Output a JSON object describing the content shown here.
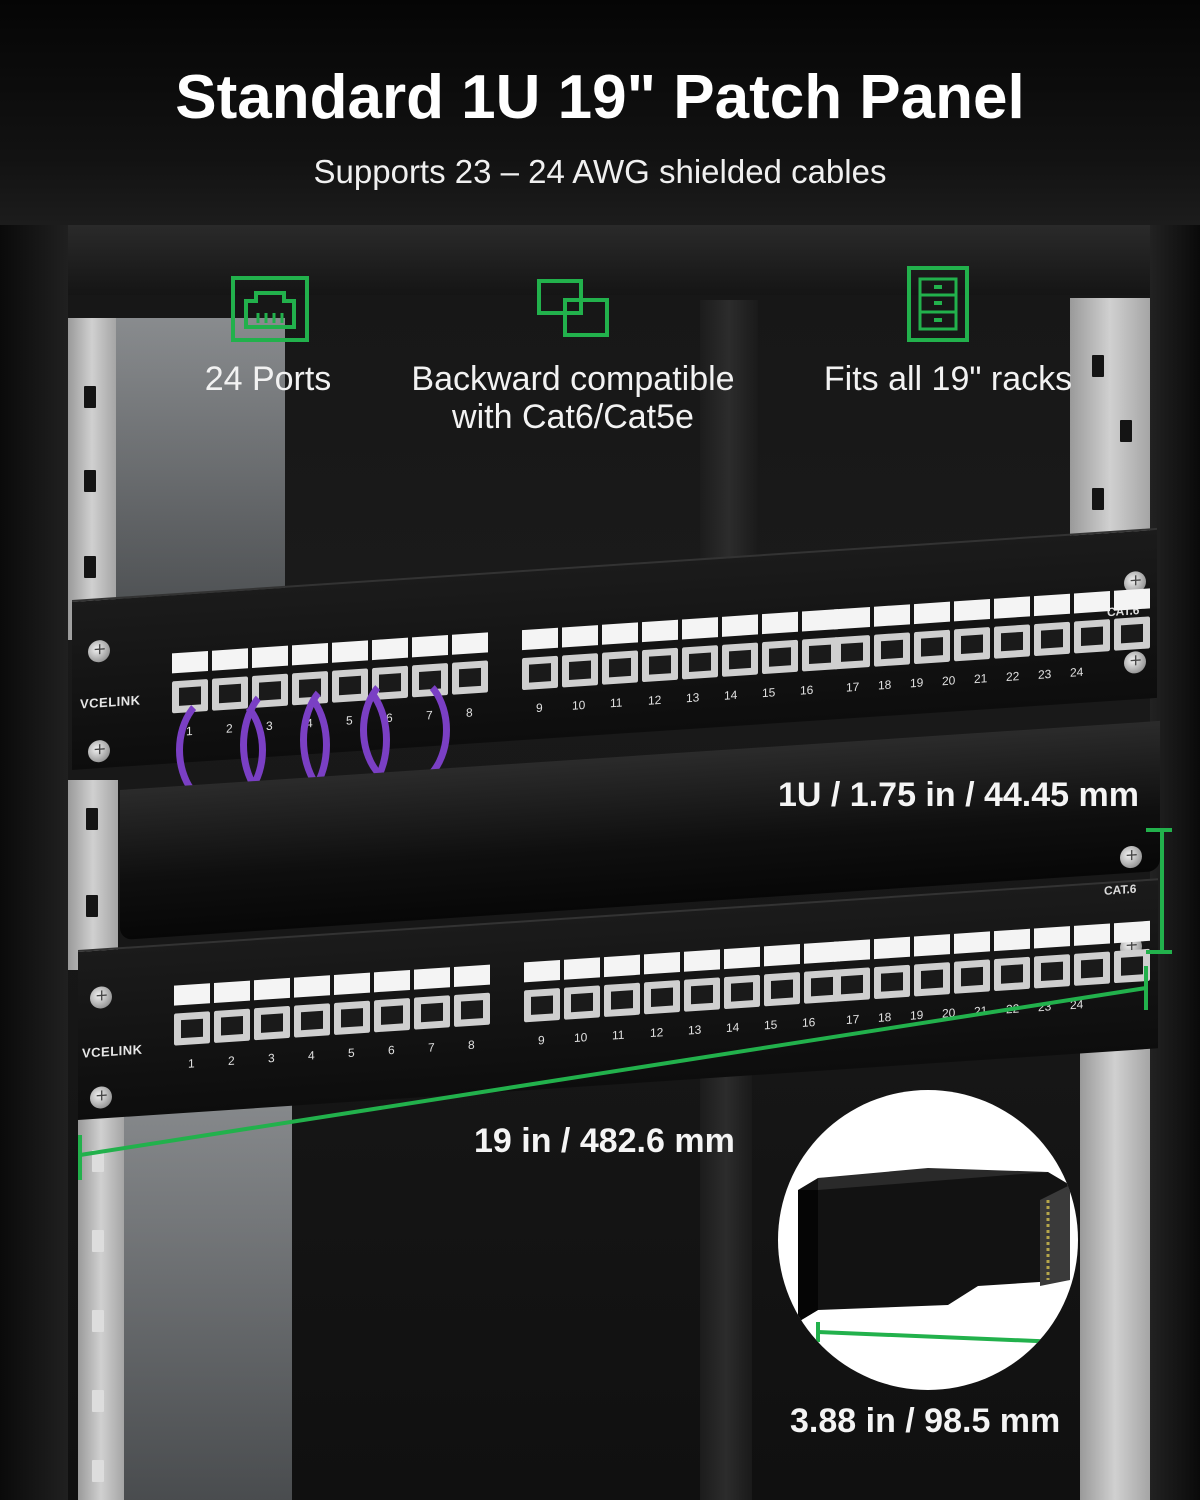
{
  "header": {
    "title": "Standard 1U 19\" Patch Panel",
    "subtitle": "Supports 23 – 24 AWG shielded cables"
  },
  "features": [
    {
      "icon": "rj45-port-icon",
      "label_lines": [
        "24 Ports"
      ]
    },
    {
      "icon": "overlapping-squares-icon",
      "label_lines": [
        "Backward compatible",
        "with Cat6/Cat5e"
      ]
    },
    {
      "icon": "rack-cabinet-icon",
      "label_lines": [
        "Fits all 19\" racks"
      ]
    }
  ],
  "panel": {
    "brand": "VCELINK",
    "category": "CAT.6",
    "port_numbers": [
      "1",
      "2",
      "3",
      "4",
      "5",
      "6",
      "7",
      "8",
      "9",
      "10",
      "11",
      "12",
      "13",
      "14",
      "15",
      "16",
      "17",
      "18",
      "19",
      "20",
      "21",
      "22",
      "23",
      "24"
    ]
  },
  "dimensions": {
    "height": "1U / 1.75 in / 44.45 mm",
    "width": "19 in / 482.6 mm",
    "depth": "3.88 in / 98.5 mm"
  },
  "colors": {
    "accent": "#22b14c",
    "background": "#111111",
    "cable": "#7a3fc4"
  }
}
